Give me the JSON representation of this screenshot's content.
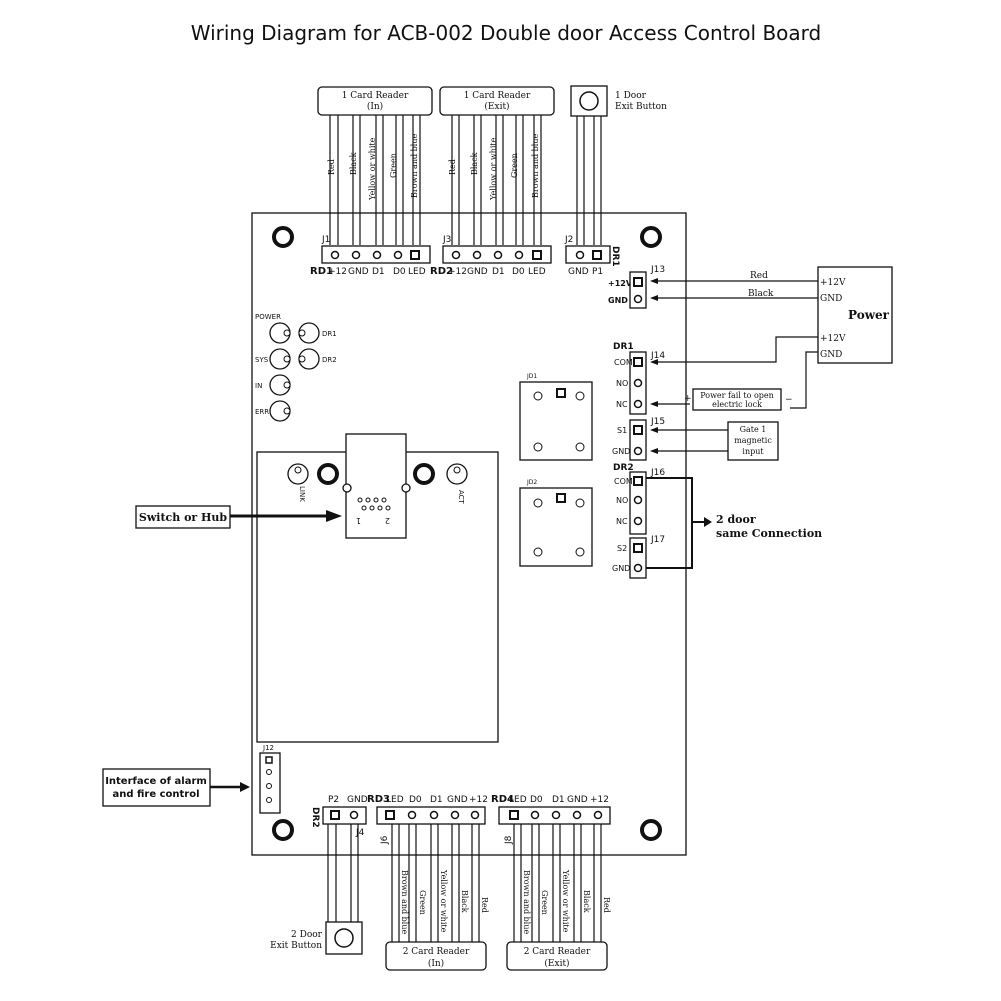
{
  "title": "Wiring Diagram for ACB-002 Double door Access Control Board",
  "readers": {
    "r1_in": {
      "line1": "1 Card Reader",
      "line2": "(In)"
    },
    "r1_exit": {
      "line1": "1 Card Reader",
      "line2": "(Exit)"
    },
    "r2_in": {
      "line1": "2 Card Reader",
      "line2": "(In)"
    },
    "r2_exit": {
      "line1": "2 Card Reader",
      "line2": "(Exit)"
    }
  },
  "wire_colors": {
    "red": "Red",
    "black": "Black",
    "yellow": "Yellow or white",
    "green": "Green",
    "brown": "Brown and blue"
  },
  "exit_buttons": {
    "door1": {
      "line1": "1 Door",
      "line2": "Exit Button"
    },
    "door2": {
      "line1": "2 Door",
      "line2": "Exit Button"
    }
  },
  "connectors": {
    "j1": "J1",
    "j2": "J2",
    "j3": "J3",
    "j4": "J4",
    "j6": "J6",
    "j8": "J8",
    "j12": "J12",
    "j13": "J13",
    "j14": "J14",
    "j15": "J15",
    "j16": "J16",
    "j17": "J17"
  },
  "groups": {
    "rd1": "RD1",
    "rd2": "RD2",
    "rd3": "RD3",
    "rd4": "RD4",
    "dr1": "DR1",
    "dr2": "DR2"
  },
  "pins": {
    "p12": "+12",
    "gnd": "GND",
    "d1": "D1",
    "d0": "D0",
    "led": "LED",
    "p1": "P1",
    "p2": "P2",
    "p12v": "+12V",
    "com": "COM",
    "no": "NO",
    "nc": "NC",
    "s1": "S1",
    "s2": "S2"
  },
  "leds": {
    "power": "POWER",
    "sys": "SYS",
    "in": "IN",
    "err": "ERR",
    "dr1": "DR1",
    "dr2": "DR2",
    "link": "LINK",
    "act": "ACT"
  },
  "relays": {
    "jd1": "JD1",
    "jd2": "JD2"
  },
  "power": {
    "title": "Power",
    "p12v": "+12V",
    "gnd": "GND",
    "red": "Red",
    "black": "Black"
  },
  "notes": {
    "power_fail_line1": "Power fail to open",
    "power_fail_line2": "electric lock",
    "plus": "+",
    "minus": "−",
    "gate_line1": "Gate 1",
    "gate_line2": "magnetic",
    "gate_line3": "input",
    "door2_line1": "2 door",
    "door2_line2": "same Connection",
    "switch_hub": "Switch or Hub",
    "alarm_line1": "Interface of alarm",
    "alarm_line2": "and fire control",
    "rj_1": "1",
    "rj_2": "2"
  }
}
